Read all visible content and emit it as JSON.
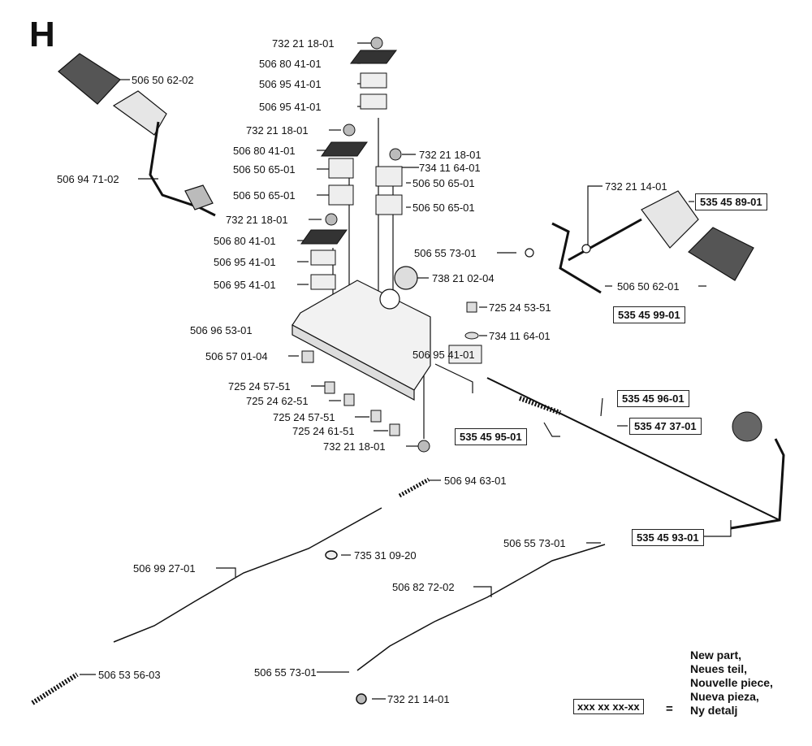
{
  "page_letter": "H",
  "callouts": {
    "c01": "732 21 18-01",
    "c02": "506 80 41-01",
    "c03": "506 95 41-01",
    "c04": "506 95 41-01",
    "c05": "732 21 18-01",
    "c06": "506 80 41-01",
    "c07": "506 50 65-01",
    "c08": "506 50 65-01",
    "c09": "732 21 18-01",
    "c10": "506 80 41-01",
    "c11": "506 95 41-01",
    "c12": "506 95 41-01",
    "c13": "732 21 18-01",
    "c14": "734 11 64-01",
    "c15": "506 50 65-01",
    "c16": "506 50 65-01",
    "c17": "506 50 62-02",
    "c18": "506 94 71-02",
    "c19": "732 21 14-01",
    "c20": "506 55 73-01",
    "c21": "738 21 02-04",
    "c22": "506 50 62-01",
    "c23": "506 96 53-01",
    "c24": "506 57 01-04",
    "c25": "725 24 53-51",
    "c26": "734 11 64-01",
    "c27": "506 95 41-01",
    "c28": "725 24 57-51",
    "c29": "725 24 62-51",
    "c30": "725 24 57-51",
    "c31": "725 24 61-51",
    "c32": "732 21 18-01",
    "c33": "506 94 63-01",
    "c34": "735 31 09-20",
    "c35": "506 99 27-01",
    "c36": "506 55 73-01",
    "c37": "506 82 72-02",
    "c38": "506 53 56-03",
    "c39": "506 55 73-01",
    "c40": "732 21 14-01"
  },
  "new_parts": {
    "n1": "535 45 89-01",
    "n2": "535 45 99-01",
    "n3": "535 45 96-01",
    "n4": "535 47 37-01",
    "n5": "535 45 95-01",
    "n6": "535 45 93-01"
  },
  "legend": {
    "box": "xxx xx xx-xx",
    "equals": "=",
    "lines": [
      "New part,",
      "Neues teil,",
      "Nouvelle piece,",
      "Nueva pieza,",
      "Ny detalj"
    ]
  }
}
